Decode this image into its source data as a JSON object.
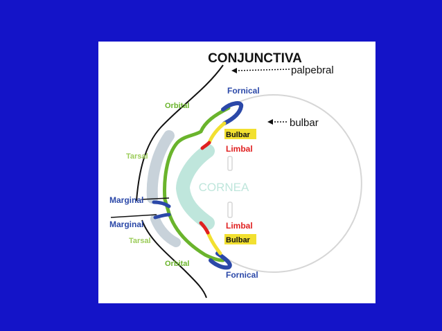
{
  "diagram": {
    "title": "CONJUNCTIVA",
    "palpebral": "palpebral",
    "bulbar_pointer": "bulbar",
    "cornea": "CORNEA",
    "labels": {
      "fornical_top": "Fornical",
      "fornical_bottom": "Fornical",
      "orbital_top": "Orbital",
      "orbital_bottom": "Orbital",
      "tarsal_top": "Tarsal",
      "tarsal_bottom": "Tarsal",
      "marginal_top": "Marginal",
      "marginal_bottom": "Marginal",
      "bulbar_top": "Bulbar",
      "bulbar_bottom": "Bulbar",
      "limbal_top": "Limbal",
      "limbal_bottom": "Limbal"
    },
    "colors": {
      "background": "#1414c8",
      "fornical": "#2b48a8",
      "orbital": "#6ab42c",
      "bulbar": "#f2e030",
      "limbal": "#e02020",
      "cornea": "#bfe6dc",
      "tarsal_plate": "#c8d2da"
    }
  }
}
